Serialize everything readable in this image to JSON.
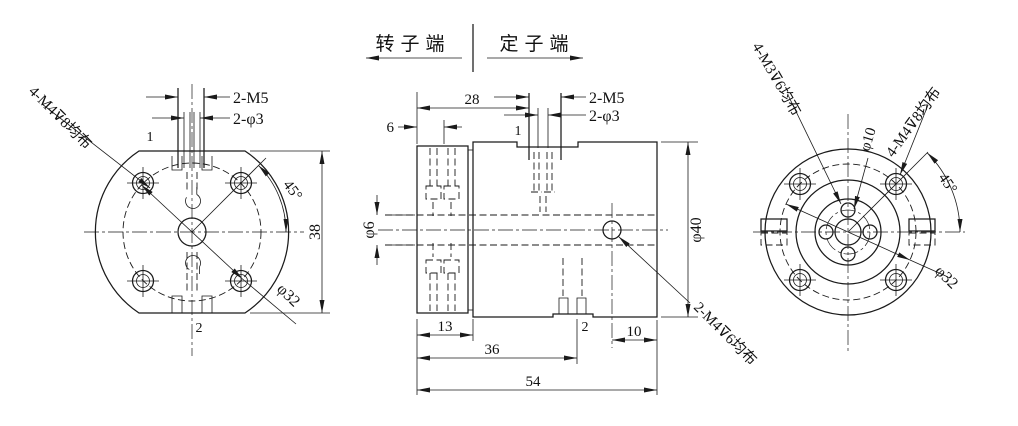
{
  "header": {
    "rotor_end": "转子端",
    "stator_end": "定子端"
  },
  "left_view": {
    "thread_callout": "2-M5",
    "pin_callout": "2-φ3",
    "wire_top": "1",
    "wire_bottom": "2",
    "bolt_callout": "4-M4⊽8均布",
    "angle": "45°",
    "bolt_circle_dia": "φ32",
    "height": "38"
  },
  "section_view": {
    "offset_left": "6",
    "rotor_len": "28",
    "thread_callout": "2-M5",
    "pin_callout": "2-φ3",
    "wire_top": "1",
    "wire_bottom": "2",
    "bore_dia": "φ6",
    "body_dia": "φ40",
    "side_hole_callout": "2-M4⊽6均布",
    "flange_len": "13",
    "mid_len": "36",
    "total_len": "54",
    "offset_right": "10"
  },
  "right_view": {
    "inner_bolt_callout": "4-M3⊽6均布",
    "pattern_dia": "φ10",
    "outer_bolt_callout": "4-M4⊽8均布",
    "angle": "45°",
    "bolt_circle_dia": "φ32"
  },
  "colors": {
    "line": "#1a1a1a",
    "background": "#ffffff"
  }
}
